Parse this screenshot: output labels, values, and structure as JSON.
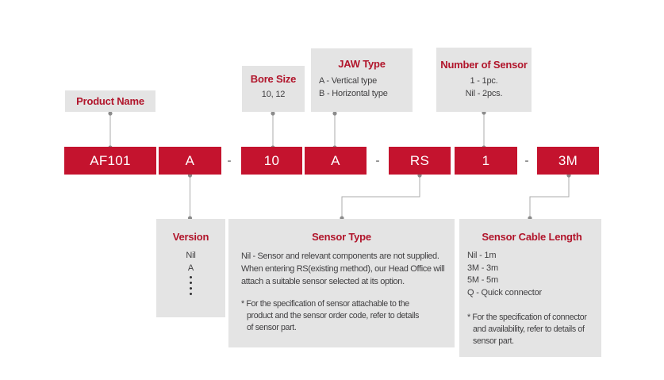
{
  "colors": {
    "code_box_red": "#c4132e",
    "callout_gray": "#e4e4e4",
    "title_red": "#b1152b",
    "connector_gray": "#ababab",
    "dot_gray": "#8c8c8c"
  },
  "top_labels": {
    "product_name": {
      "title": "Product Name"
    },
    "bore_size": {
      "title": "Bore Size",
      "value": "10, 12"
    },
    "jaw_type": {
      "title": "JAW Type",
      "options": [
        "A - Vertical type",
        "B - Horizontal type"
      ]
    },
    "number_of_sensor": {
      "title": "Number of Sensor",
      "options": [
        "1 - 1pc.",
        "Nil - 2pcs."
      ]
    }
  },
  "code_row": {
    "segments": [
      "AF101",
      "A",
      "10",
      "A",
      "RS",
      "1",
      "3M"
    ],
    "separator": "-"
  },
  "bottom_labels": {
    "version": {
      "title": "Version",
      "options": [
        "Nil",
        "A"
      ],
      "ellipsis": [
        "•",
        "•",
        "•",
        "•"
      ]
    },
    "sensor_type": {
      "title": "Sensor Type",
      "description_lines": [
        "Nil - Sensor and relevant components are not supplied.",
        "When entering RS(existing method), our Head Office will",
        "attach a suitable sensor selected at its option."
      ],
      "note_lines": [
        "* For the specification of sensor attachable to the",
        "product and the sensor order code, refer to details",
        "of sensor part."
      ]
    },
    "sensor_cable_length": {
      "title": "Sensor Cable Length",
      "options": [
        "Nil - 1m",
        "3M - 3m",
        "5M - 5m",
        "Q - Quick connector"
      ],
      "note_lines": [
        "* For the specification of connector",
        "and availability, refer to details of",
        "sensor part."
      ]
    }
  }
}
